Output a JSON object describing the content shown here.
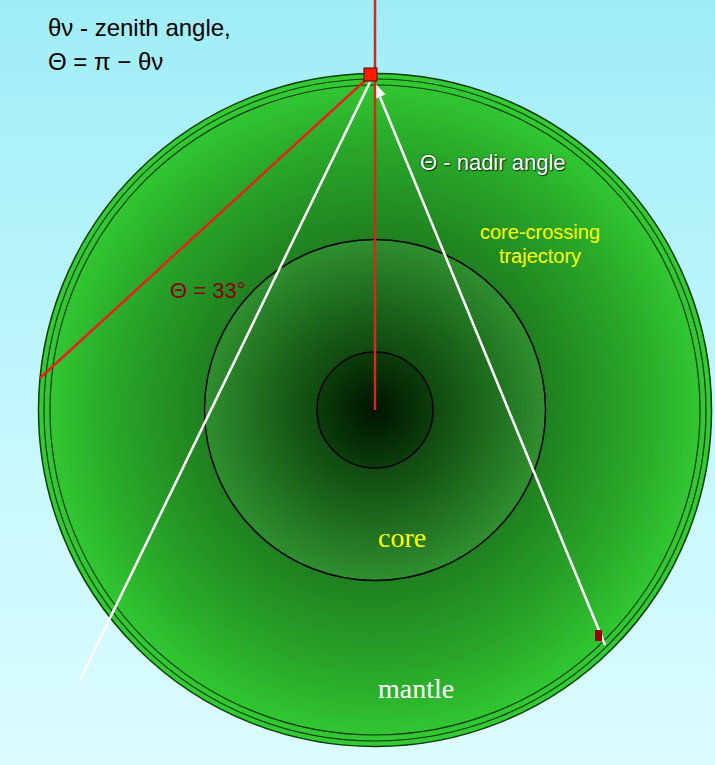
{
  "diagram": {
    "nodes": [
      {
        "text": [
          "mantle"
        ]
      },
      {
        "text": [
          "core"
        ],
        "in": 0
      }
    ],
    "labels": [
      "θν - zenith angle,",
      "Θ = π − θν",
      "Θ - nadir angle",
      "Θ = 33°",
      "core-crossing trajectory"
    ]
  }
}
